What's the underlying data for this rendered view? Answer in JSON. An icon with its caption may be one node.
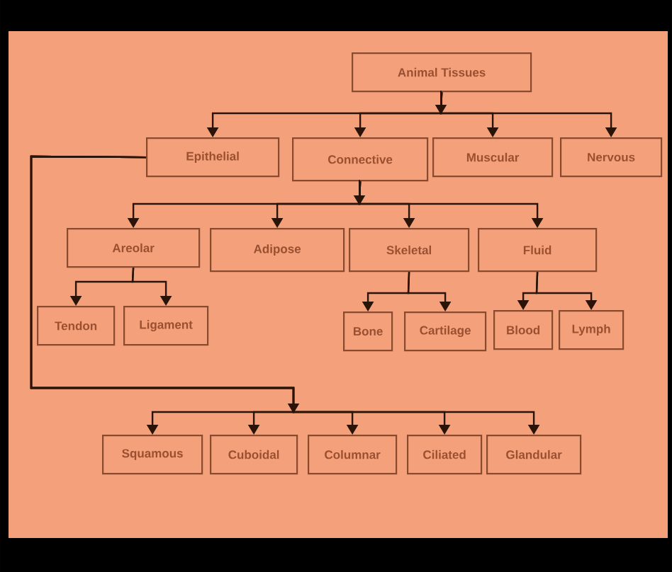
{
  "diagram": {
    "nodes": [
      {
        "text": [
          "Animal Tissues"
        ]
      },
      {
        "text": [
          "Epithelial"
        ]
      },
      {
        "text": [
          "Connective"
        ]
      },
      {
        "text": [
          "Muscular"
        ]
      },
      {
        "text": [
          "Nervous"
        ]
      },
      {
        "text": [
          "Areolar"
        ]
      },
      {
        "text": [
          "Adipose"
        ]
      },
      {
        "text": [
          "Skeletal"
        ]
      },
      {
        "text": [
          "Fluid"
        ]
      },
      {
        "text": [
          "Tendon"
        ]
      },
      {
        "text": [
          "Ligament"
        ]
      },
      {
        "text": [
          "Bone"
        ]
      },
      {
        "text": [
          "Cartilage"
        ]
      },
      {
        "text": [
          "Blood"
        ]
      },
      {
        "text": [
          "Lymph"
        ]
      },
      {
        "text": [
          "Squamous"
        ]
      },
      {
        "text": [
          "Cuboidal"
        ]
      },
      {
        "text": [
          "Columnar"
        ]
      },
      {
        "text": [
          "Ciliated"
        ]
      },
      {
        "text": [
          "Glandular"
        ]
      }
    ],
    "edges": [
      {
        "from": 0,
        "to": 1,
        "arrow": "to"
      },
      {
        "from": 0,
        "to": 2,
        "arrow": "to"
      },
      {
        "from": 0,
        "to": 3,
        "arrow": "to"
      },
      {
        "from": 0,
        "to": 4,
        "arrow": "to"
      },
      {
        "from": 2,
        "to": 5,
        "arrow": "to"
      },
      {
        "from": 2,
        "to": 6,
        "arrow": "to"
      },
      {
        "from": 2,
        "to": 7,
        "arrow": "to"
      },
      {
        "from": 2,
        "to": 8,
        "arrow": "to"
      },
      {
        "from": 5,
        "to": 9,
        "arrow": "to"
      },
      {
        "from": 5,
        "to": 10,
        "arrow": "to"
      },
      {
        "from": 7,
        "to": 11,
        "arrow": "to"
      },
      {
        "from": 7,
        "to": 12,
        "arrow": "to"
      },
      {
        "from": 8,
        "to": 13,
        "arrow": "to"
      },
      {
        "from": 8,
        "to": 14,
        "arrow": "to"
      },
      {
        "from": 1,
        "to": 15,
        "arrow": "to"
      },
      {
        "from": 1,
        "to": 16,
        "arrow": "to"
      },
      {
        "from": 1,
        "to": 17,
        "arrow": "to"
      },
      {
        "from": 1,
        "to": 18,
        "arrow": "to"
      },
      {
        "from": 1,
        "to": 19,
        "arrow": "to"
      }
    ]
  }
}
